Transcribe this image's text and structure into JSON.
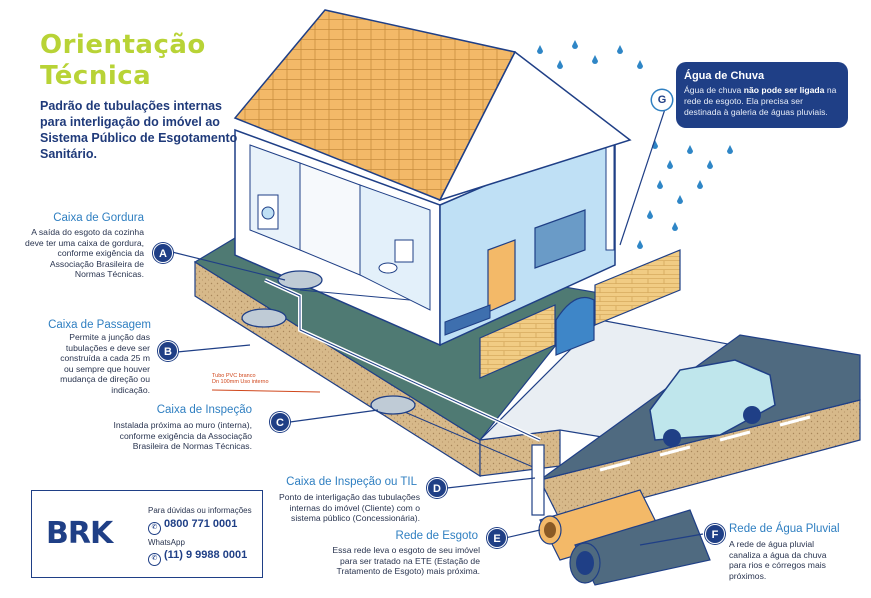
{
  "header": {
    "title_line1": "Orientação",
    "title_line2": "Técnica",
    "subtitle": "Padrão de tubulações internas para interligação do imóvel ao Sistema Público de Esgotamento Sanitário."
  },
  "items": [
    {
      "letter": "A",
      "title": "Caixa de Gordura",
      "body": "A saída do esgoto da cozinha deve ter uma caixa de gordura, conforme exigência da Associação Brasileira de Normas Técnicas."
    },
    {
      "letter": "B",
      "title": "Caixa de Passagem",
      "body": "Permite a junção das tubulações e deve ser construída a cada 25 m ou sempre que houver mudança de direção ou indicação."
    },
    {
      "letter": "C",
      "title": "Caixa de Inspeção",
      "body": "Instalada próxima ao muro (interna), conforme exigência da Associação Brasileira de Normas Técnicas."
    },
    {
      "letter": "D",
      "title": "Caixa de Inspeção ou TIL",
      "body": "Ponto de interligação das tubulações internas do imóvel (Cliente) com o sistema público (Concessionária)."
    },
    {
      "letter": "E",
      "title": "Rede de Esgoto",
      "body": "Essa rede leva o esgoto de seu imóvel para ser tratado na ETE (Estação de Tratamento de Esgoto) mais próxima."
    },
    {
      "letter": "F",
      "title": "Rede de Água Pluvial",
      "body": "A rede de água pluvial canaliza a água da chuva para rios e córregos mais próximos."
    }
  ],
  "rain": {
    "letter": "G",
    "title": "Água de Chuva",
    "body_pre": "Água de chuva ",
    "body_bold": "não pode ser ligada",
    "body_post": " na rede de esgoto. Ela precisa ser destinada à galeria de águas pluviais."
  },
  "pipe_note": {
    "line1": "Tubo PVC branco",
    "line2": "Dn 100mm Uso interno"
  },
  "contact": {
    "logo": "BRK",
    "info_label": "Para dúvidas ou informações",
    "phone": "0800 771 0001",
    "whatsapp_label": "WhatsApp",
    "whatsapp": "(11) 9 9988 0001"
  },
  "colors": {
    "title_green": "#b8d336",
    "navy": "#1f3f86",
    "accent_blue": "#2f7fc1",
    "roof": "#f3b968",
    "wall": "#bfe0f5",
    "lawn": "#4f7a73",
    "soil": "#d7b98a",
    "road": "#4f6a80",
    "brick": "#f1cc84",
    "rain": "#2f86c6"
  }
}
